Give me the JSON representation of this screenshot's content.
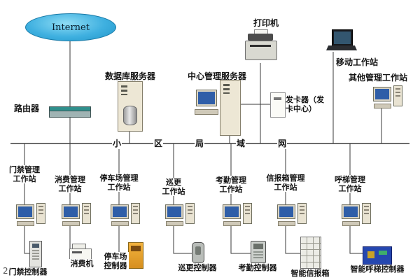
{
  "watermark": "2",
  "top": {
    "internet_label": "Internet",
    "router_label": "路由器",
    "database_server_label": "数据库服务器",
    "central_server_label": "中心管理服务器",
    "printer_label": "打印机",
    "card_issuer_label_line1": "发卡器（发",
    "card_issuer_label_line2": "卡中心）",
    "mobile_workstation_label": "移动工作站",
    "other_workstation_label": "其他管理工作站"
  },
  "bus": {
    "full_label": "小区局域网",
    "chars": [
      "小",
      "区",
      "局",
      "域",
      "网"
    ]
  },
  "workstations": [
    {
      "label_line1": "门禁管理",
      "label_line2": "工作站",
      "device_label": "门禁控制器"
    },
    {
      "label_line1": "消费管理",
      "label_line2": "工作站",
      "device_label": "消费机"
    },
    {
      "label_line1": "停车场管理",
      "label_line2": "工作站",
      "device_label": "停车场控制器"
    },
    {
      "label_line1": "巡更",
      "label_line2": "工作站",
      "device_label": "巡更控制器"
    },
    {
      "label_line1": "考勤管理",
      "label_line2": "工作站",
      "device_label": "考勤控制器"
    },
    {
      "label_line1": "信报箱管理",
      "label_line2": "工作站",
      "device_label": "智能信报箱"
    },
    {
      "label_line1": "呼梯管理",
      "label_line2": "工作站",
      "device_label": "智能呼梯控制器"
    }
  ],
  "colors": {
    "cloud_blue": "#2ba3d8",
    "screen_blue": "#2f5ea8",
    "case_beige": "#e9e3d2",
    "parking_device_yellow": "#e8a63c",
    "pcb_blue": "#2547b0",
    "line_dark": "#3a3a3a"
  }
}
